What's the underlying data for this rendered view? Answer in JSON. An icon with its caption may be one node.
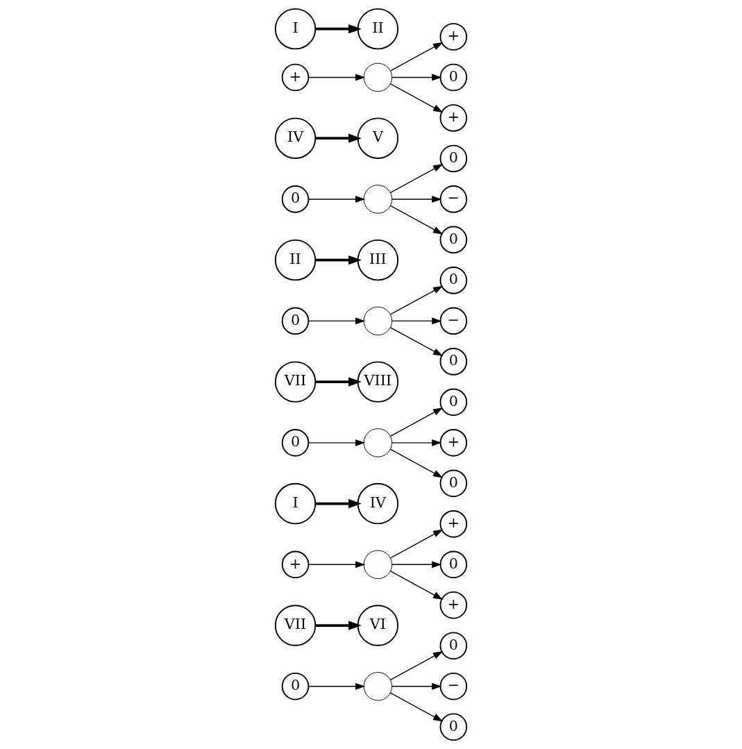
{
  "diagram": {
    "nodes": [
      {
        "text": [
          "I"
        ]
      },
      {
        "text": [
          "II"
        ]
      },
      {
        "text": [
          "+"
        ]
      },
      {
        "text": [],
        "shape": "circle"
      },
      {
        "text": [
          "+"
        ]
      },
      {
        "text": [
          "0"
        ]
      },
      {
        "text": [
          "+"
        ]
      },
      {
        "text": [
          "IV"
        ]
      },
      {
        "text": [
          "V"
        ]
      },
      {
        "text": [
          "0"
        ]
      },
      {
        "text": [],
        "shape": "circle"
      },
      {
        "text": [
          "0"
        ]
      },
      {
        "text": [
          "−"
        ]
      },
      {
        "text": [
          "0"
        ]
      },
      {
        "text": [
          "II"
        ]
      },
      {
        "text": [
          "III"
        ]
      },
      {
        "text": [
          "0"
        ]
      },
      {
        "text": [],
        "shape": "circle"
      },
      {
        "text": [
          "0"
        ]
      },
      {
        "text": [
          "−"
        ]
      },
      {
        "text": [
          "0"
        ]
      },
      {
        "text": [
          "VII"
        ]
      },
      {
        "text": [
          "VIII"
        ]
      },
      {
        "text": [
          "0"
        ]
      },
      {
        "text": [],
        "shape": "circle"
      },
      {
        "text": [
          "0"
        ]
      },
      {
        "text": [
          "+"
        ]
      },
      {
        "text": [
          "0"
        ]
      },
      {
        "text": [
          "I"
        ]
      },
      {
        "text": [
          "IV"
        ]
      },
      {
        "text": [
          "+"
        ]
      },
      {
        "text": [],
        "shape": "circle"
      },
      {
        "text": [
          "+"
        ]
      },
      {
        "text": [
          "0"
        ]
      },
      {
        "text": [
          "+"
        ]
      },
      {
        "text": [
          "VII"
        ]
      },
      {
        "text": [
          "VI"
        ]
      },
      {
        "text": [
          "0"
        ]
      },
      {
        "text": [],
        "shape": "circle"
      },
      {
        "text": [
          "0"
        ]
      },
      {
        "text": [
          "−"
        ]
      },
      {
        "text": [
          "0"
        ]
      }
    ],
    "edges": [
      {
        "from": 0,
        "to": 1,
        "arrow": "to",
        "style": "thick"
      },
      {
        "from": 2,
        "to": 3,
        "arrow": "to"
      },
      {
        "from": 3,
        "to": 4,
        "arrow": "to"
      },
      {
        "from": 3,
        "to": 5,
        "arrow": "to"
      },
      {
        "from": 3,
        "to": 6,
        "arrow": "to"
      },
      {
        "from": 7,
        "to": 8,
        "arrow": "to",
        "style": "thick"
      },
      {
        "from": 9,
        "to": 10,
        "arrow": "to"
      },
      {
        "from": 10,
        "to": 11,
        "arrow": "to"
      },
      {
        "from": 10,
        "to": 12,
        "arrow": "to"
      },
      {
        "from": 10,
        "to": 13,
        "arrow": "to"
      },
      {
        "from": 14,
        "to": 15,
        "arrow": "to",
        "style": "thick"
      },
      {
        "from": 16,
        "to": 17,
        "arrow": "to"
      },
      {
        "from": 17,
        "to": 18,
        "arrow": "to"
      },
      {
        "from": 17,
        "to": 19,
        "arrow": "to"
      },
      {
        "from": 17,
        "to": 20,
        "arrow": "to"
      },
      {
        "from": 21,
        "to": 22,
        "arrow": "to",
        "style": "thick"
      },
      {
        "from": 23,
        "to": 24,
        "arrow": "to"
      },
      {
        "from": 24,
        "to": 25,
        "arrow": "to"
      },
      {
        "from": 24,
        "to": 26,
        "arrow": "to"
      },
      {
        "from": 24,
        "to": 27,
        "arrow": "to"
      },
      {
        "from": 28,
        "to": 29,
        "arrow": "to",
        "style": "thick"
      },
      {
        "from": 30,
        "to": 31,
        "arrow": "to"
      },
      {
        "from": 31,
        "to": 32,
        "arrow": "to"
      },
      {
        "from": 31,
        "to": 33,
        "arrow": "to"
      },
      {
        "from": 31,
        "to": 34,
        "arrow": "to"
      },
      {
        "from": 35,
        "to": 36,
        "arrow": "to",
        "style": "thick"
      },
      {
        "from": 37,
        "to": 38,
        "arrow": "to"
      },
      {
        "from": 38,
        "to": 39,
        "arrow": "to"
      },
      {
        "from": 38,
        "to": 40,
        "arrow": "to"
      },
      {
        "from": 38,
        "to": 41,
        "arrow": "to"
      }
    ]
  }
}
